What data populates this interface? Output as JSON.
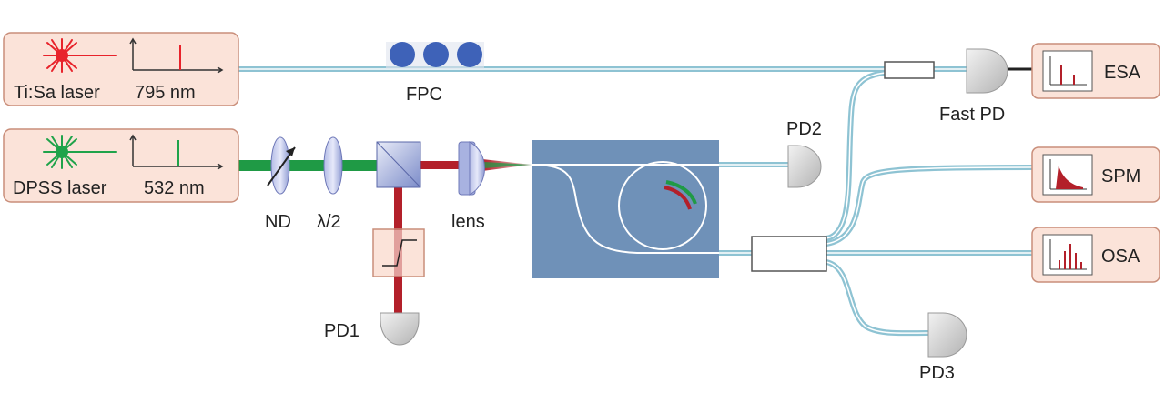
{
  "lasers": [
    {
      "name": "Ti:Sa laser",
      "wavelength": "795 nm",
      "color": "#e8232b"
    },
    {
      "name": "DPSS laser",
      "wavelength": "532 nm",
      "color": "#1fa34a"
    }
  ],
  "labels": {
    "fpc": "FPC",
    "nd": "ND",
    "half_wave": "λ/2",
    "lens": "lens",
    "pd1": "PD1",
    "pd2": "PD2",
    "pd3": "PD3",
    "fast_pd": "Fast PD"
  },
  "instruments": {
    "esa": "ESA",
    "spm": "SPM",
    "osa": "OSA"
  },
  "colors": {
    "box_fill": "#fbe3d9",
    "box_stroke": "#c98e7a",
    "fiber": "#8ec3d3",
    "green_beam": "#1f9a45",
    "red_beam": "#b3202a",
    "chip": "#6f91b8",
    "optic": "#9aa7d8",
    "detector": "#d8d8d8",
    "fpc_paddle": "#3e62b8"
  }
}
